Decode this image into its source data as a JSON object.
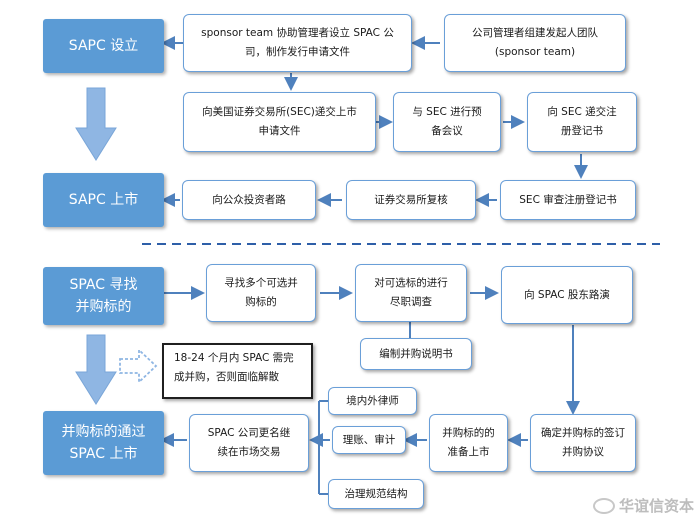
{
  "phases": {
    "setup": "SAPC 设立",
    "listing": "SAPC 上市",
    "find_target": "SPAC 寻找并购标的",
    "target_listing": "并购标的通过 SPAC 上市"
  },
  "section1": {
    "sponsor_team": "公司管理者组建发起人团队(sponsor team)",
    "establish": "sponsor team 协助管理者设立 SPAC 公司，制作发行申请文件",
    "submit_sec": "向美国证券交易所(SEC)递交上市申请文件",
    "pre_meeting": "与 SEC 进行预备会议",
    "submit_registration": "向 SEC 递交注册登记书",
    "sec_review": "SEC 审查注册登记书",
    "exchange_review": "证券交易所复核",
    "roadshow_public": "向公众投资者路"
  },
  "section2": {
    "find_targets": "寻找多个可选并购标的",
    "due_diligence": "对可选标的进行尽职调查",
    "roadshow_shareholders": "向 SPAC 股东路演",
    "prepare_prospectus": "编制并购说明书",
    "deadline_note": "18-24 个月内 SPAC 需完成并购，否则面临解散",
    "confirm_target": "确定并购标的签订并购协议",
    "target_prepare": "并购标的的准备上市",
    "lawyer": "境内外律师",
    "finance_audit": "理账、审计",
    "governance": "治理规范结构",
    "rename": "SPAC 公司更名继续在市场交易"
  },
  "watermark": "华谊信资本",
  "colors": {
    "phase_fill": "#5b9bd5",
    "box_border": "#6a9fd8",
    "arrow": "#4f81bd",
    "big_arrow": "#8fb6e3",
    "divider": "#2e5fa8"
  }
}
